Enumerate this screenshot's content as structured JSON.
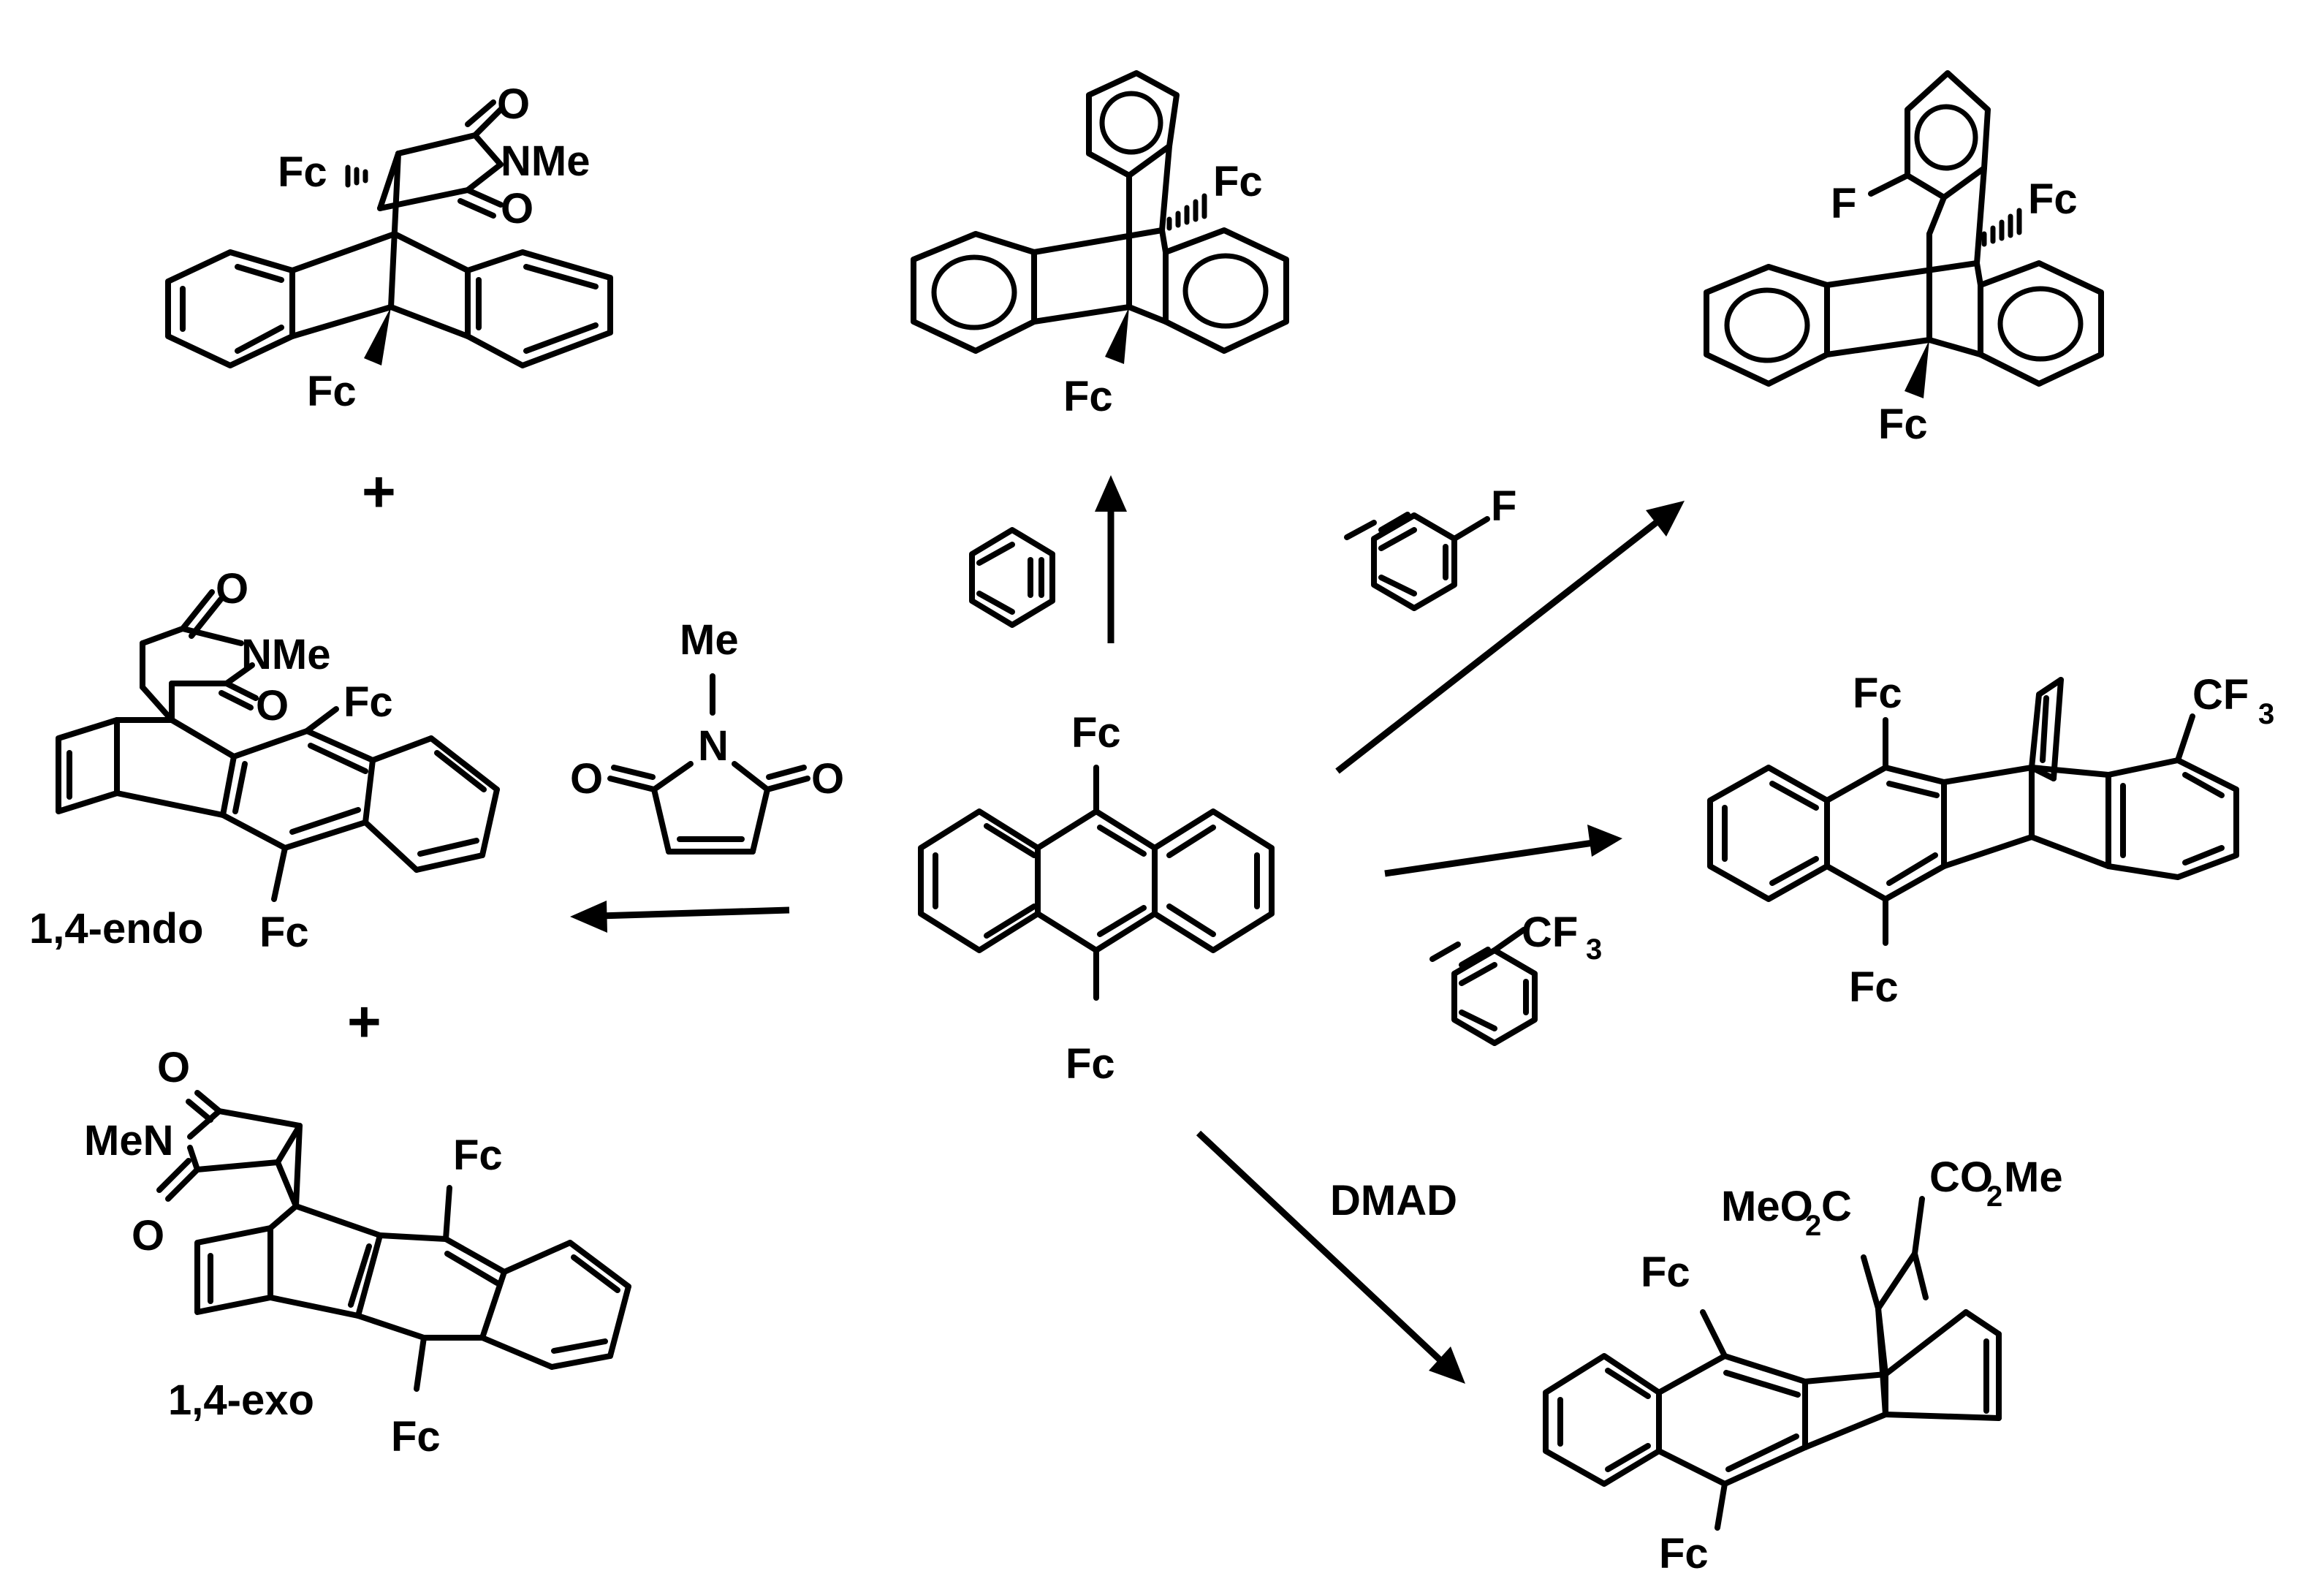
{
  "labels": {
    "fc": "Fc",
    "me": "Me",
    "n": "N",
    "o": "O",
    "f": "F",
    "nme": "NMe",
    "men": "MeN",
    "cf": "CF",
    "three": "3",
    "two": "2",
    "dmad": "DMAD",
    "endo": "1,4-endo",
    "exo": "1,4-exo",
    "plus": "+",
    "meo2c_a": "MeO",
    "meo2c_b": "C",
    "co2me_a": "CO",
    "co2me_b": "Me"
  }
}
